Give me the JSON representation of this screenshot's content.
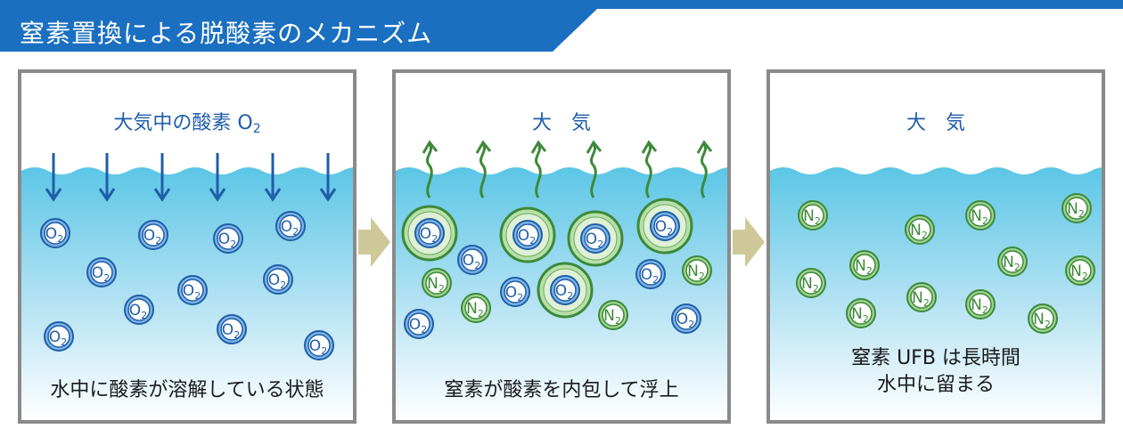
{
  "header": {
    "title": "窒素置換による脱酸素のメカニズム",
    "bar_color": "#1b6fc0"
  },
  "colors": {
    "oxygen_blue": "#1f5ea8",
    "nitrogen_green": "#3c8a3a",
    "water_top": "#5cc6e6",
    "frame_gray": "#8a8a8a",
    "arrow_khaki": "#cfc99a"
  },
  "molecules": {
    "oxygen_letter": "O",
    "oxygen_sub": "2",
    "nitrogen_letter": "N",
    "nitrogen_sub": "2"
  },
  "panels": [
    {
      "label_main": "大気中の酸素 O",
      "label_sub": "2",
      "caption_lines": [
        "水中に酸素が溶解している状態"
      ]
    },
    {
      "label_main": "大　気",
      "label_sub": "",
      "caption_lines": [
        "窒素が酸素を内包して浮上"
      ]
    },
    {
      "label_main": "大　気",
      "label_sub": "",
      "caption_lines": [
        "窒素 UFB は長時間",
        "水中に留まる"
      ]
    }
  ]
}
